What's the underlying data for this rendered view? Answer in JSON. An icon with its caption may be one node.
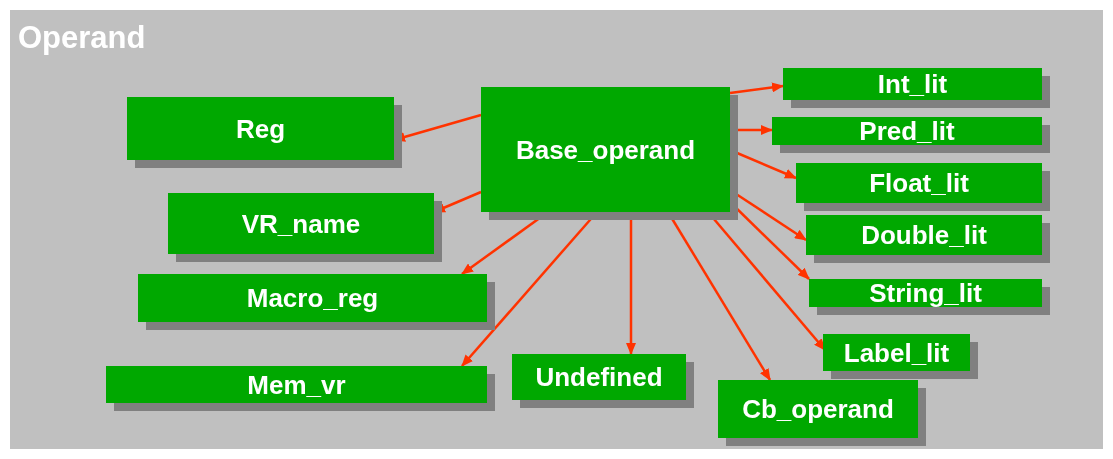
{
  "diagram": {
    "nodes": [
      {
        "text": [
          "Operand"
        ]
      },
      {
        "text": [
          "Base_operand"
        ],
        "in": 0
      },
      {
        "text": [
          "Reg"
        ],
        "in": 0
      },
      {
        "text": [
          "VR_name"
        ],
        "in": 0
      },
      {
        "text": [
          "Macro_reg"
        ],
        "in": 0
      },
      {
        "text": [
          "Mem_vr"
        ],
        "in": 0
      },
      {
        "text": [
          "Undefined"
        ],
        "in": 0
      },
      {
        "text": [
          "Cb_operand"
        ],
        "in": 0
      },
      {
        "text": [
          "Int_lit"
        ],
        "in": 0
      },
      {
        "text": [
          "Pred_lit"
        ],
        "in": 0
      },
      {
        "text": [
          "Float_lit"
        ],
        "in": 0
      },
      {
        "text": [
          "Double_lit"
        ],
        "in": 0
      },
      {
        "text": [
          "String_lit"
        ],
        "in": 0
      },
      {
        "text": [
          "Label_lit"
        ],
        "in": 0
      }
    ],
    "edges": [
      {
        "from": 1,
        "to": 2,
        "arrow": "to"
      },
      {
        "from": 1,
        "to": 3,
        "arrow": "to"
      },
      {
        "from": 1,
        "to": 4,
        "arrow": "to"
      },
      {
        "from": 1,
        "to": 5,
        "arrow": "to"
      },
      {
        "from": 1,
        "to": 6,
        "arrow": "to"
      },
      {
        "from": 1,
        "to": 7,
        "arrow": "to"
      },
      {
        "from": 1,
        "to": 8,
        "arrow": "to"
      },
      {
        "from": 1,
        "to": 9,
        "arrow": "to"
      },
      {
        "from": 1,
        "to": 10,
        "arrow": "to"
      },
      {
        "from": 1,
        "to": 11,
        "arrow": "to"
      },
      {
        "from": 1,
        "to": 12,
        "arrow": "to"
      },
      {
        "from": 1,
        "to": 13,
        "arrow": "to"
      }
    ]
  }
}
